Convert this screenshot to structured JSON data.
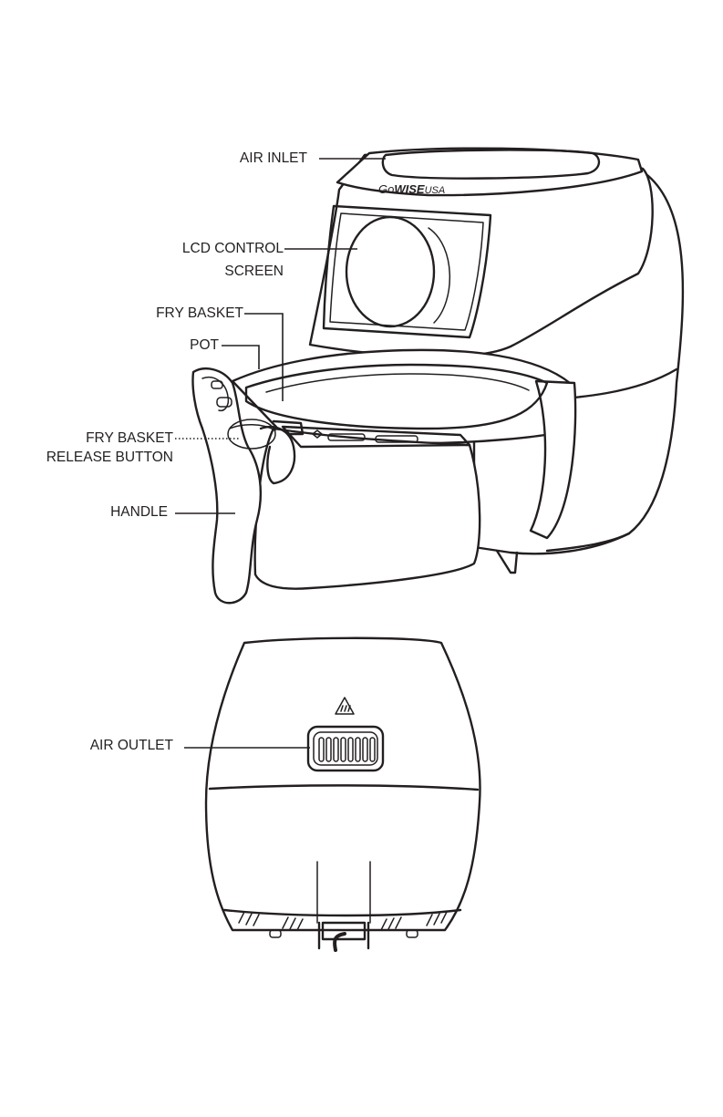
{
  "brand": {
    "logo_go": "Go",
    "logo_wise": "WISE",
    "logo_usa": "USA"
  },
  "front_view": {
    "labels": {
      "air_inlet": "AIR INLET",
      "lcd_control_screen_line1": "LCD CONTROL",
      "lcd_control_screen_line2": "SCREEN",
      "fry_basket": "FRY BASKET",
      "pot": "POT",
      "fry_basket_release_button_line1": "FRY BASKET",
      "fry_basket_release_button_line2": "RELEASE BUTTON",
      "handle": "HANDLE"
    }
  },
  "rear_view": {
    "labels": {
      "air_outlet": "AIR OUTLET"
    }
  }
}
